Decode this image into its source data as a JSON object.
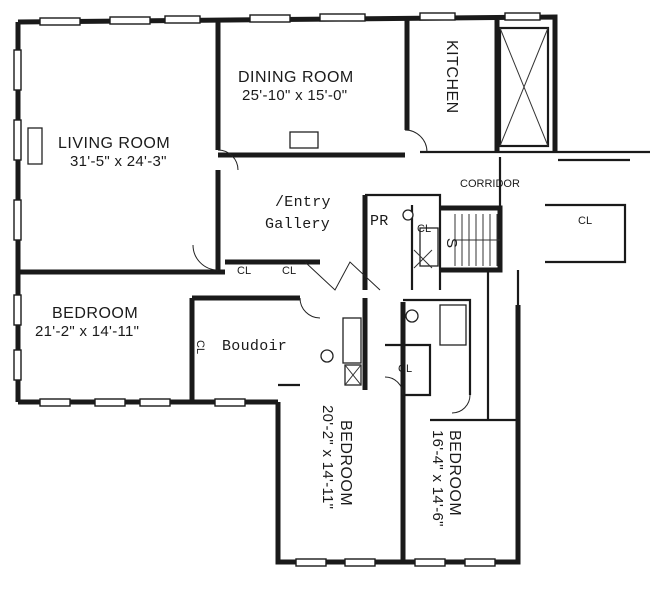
{
  "rooms": {
    "living_room": {
      "name": "LIVING ROOM",
      "dims": "31'-5\" x 24'-3\""
    },
    "dining_room": {
      "name": "DINING ROOM",
      "dims": "25'-10\" x 15'-0\""
    },
    "kitchen": {
      "name": "KITCHEN"
    },
    "corridor": {
      "name": "CORRIDOR"
    },
    "entry_gallery": {
      "line1": "/Entry",
      "line2": "Gallery"
    },
    "powder_room": {
      "name": "PR"
    },
    "stairs": {
      "name": "S"
    },
    "bedroom_1": {
      "name": "BEDROOM",
      "dims": "21'-2\" x 14'-11\""
    },
    "boudoir": {
      "name": "Boudoir"
    },
    "bedroom_2": {
      "name": "BEDROOM",
      "dims": "20'-2\" x 14'-11\""
    },
    "bedroom_3": {
      "name": "BEDROOM",
      "dims": "16'-4\" x 14'-6\""
    }
  },
  "closets": {
    "cl_pr": "CL",
    "cl_gallery_1": "CL",
    "cl_gallery_2": "CL",
    "cl_corridor": "CL",
    "cl_boudoir": "CL",
    "cl_bath": "CL"
  }
}
